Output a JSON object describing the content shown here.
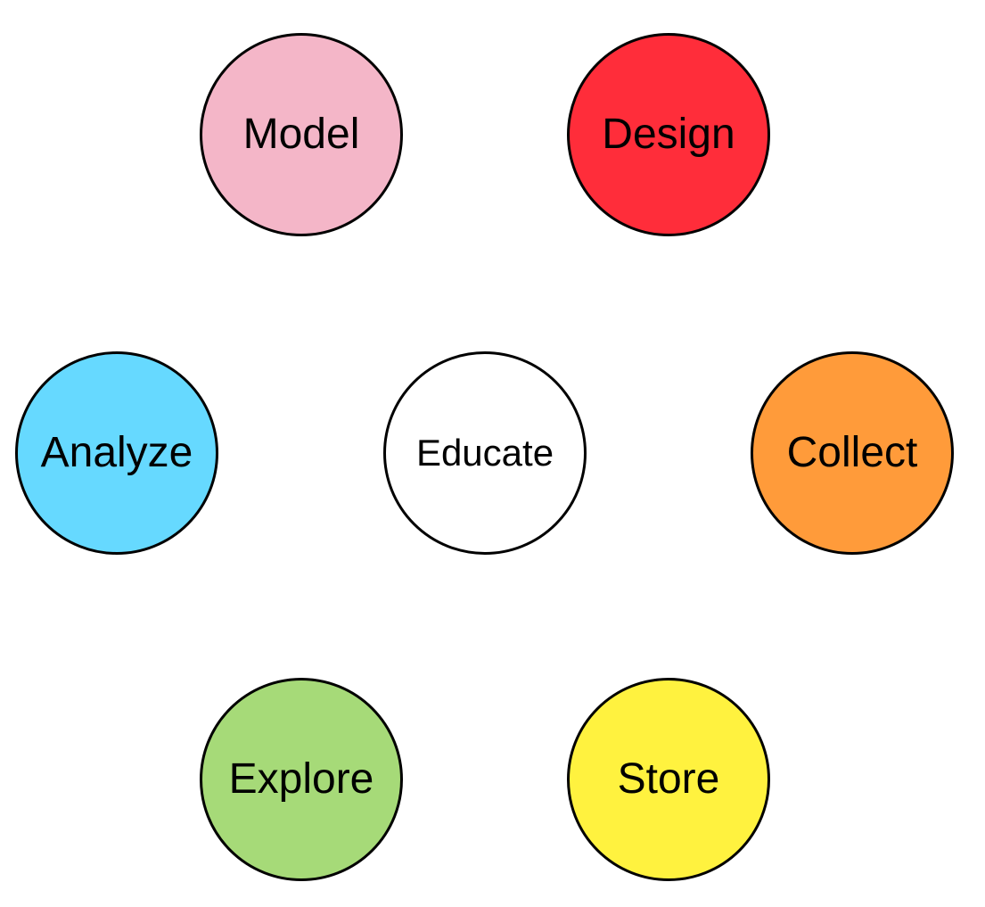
{
  "nodes": {
    "model": {
      "label": "Model",
      "color": "#F4B6C8"
    },
    "design": {
      "label": "Design",
      "color": "#FF2D3A"
    },
    "analyze": {
      "label": "Analyze",
      "color": "#66D9FF"
    },
    "educate": {
      "label": "Educate",
      "color": "#FFFFFF"
    },
    "collect": {
      "label": "Collect",
      "color": "#FF9B3A"
    },
    "explore": {
      "label": "Explore",
      "color": "#A6DA78"
    },
    "store": {
      "label": "Store",
      "color": "#FFF23F"
    }
  }
}
